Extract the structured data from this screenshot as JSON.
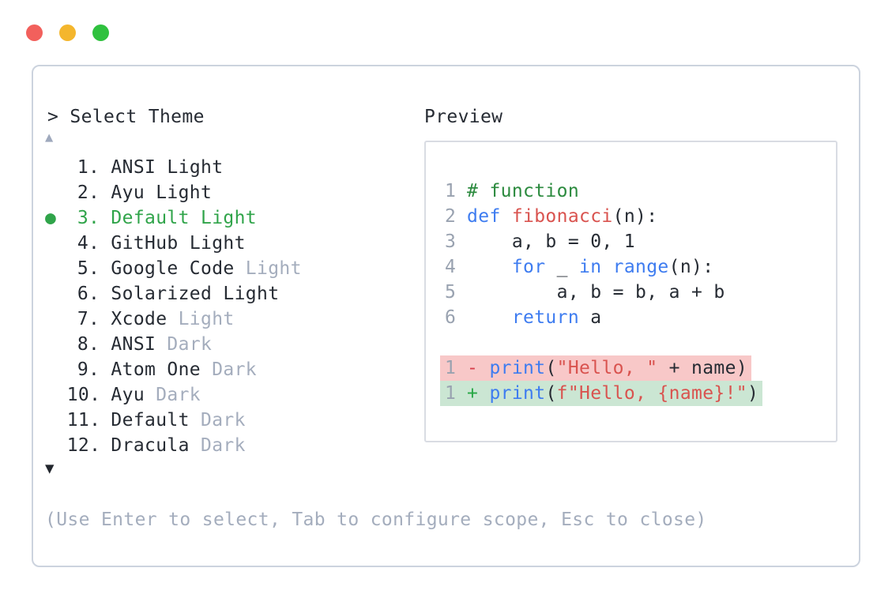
{
  "window": {
    "controls": {
      "close_color": "#f2605c",
      "minimize_color": "#f4b62d",
      "zoom_color": "#2fc13e"
    }
  },
  "prompt": "> Select Theme",
  "scroll_up_icon": "▲",
  "scroll_down_icon": "▼",
  "selected_marker": "●",
  "themes": [
    {
      "number": "1.",
      "name": "ANSI",
      "variant": "Light",
      "muted": false,
      "selected": false
    },
    {
      "number": "2.",
      "name": "Ayu",
      "variant": "Light",
      "muted": false,
      "selected": false
    },
    {
      "number": "3.",
      "name": "Default",
      "variant": "Light",
      "muted": false,
      "selected": true
    },
    {
      "number": "4.",
      "name": "GitHub",
      "variant": "Light",
      "muted": false,
      "selected": false
    },
    {
      "number": "5.",
      "name": "Google Code",
      "variant": "Light",
      "muted": true,
      "selected": false
    },
    {
      "number": "6.",
      "name": "Solarized",
      "variant": "Light",
      "muted": false,
      "selected": false
    },
    {
      "number": "7.",
      "name": "Xcode",
      "variant": "Light",
      "muted": true,
      "selected": false
    },
    {
      "number": "8.",
      "name": "ANSI",
      "variant": "Dark",
      "muted": true,
      "selected": false
    },
    {
      "number": "9.",
      "name": "Atom One",
      "variant": "Dark",
      "muted": true,
      "selected": false
    },
    {
      "number": "10.",
      "name": "Ayu",
      "variant": "Dark",
      "muted": true,
      "selected": false
    },
    {
      "number": "11.",
      "name": "Default",
      "variant": "Dark",
      "muted": true,
      "selected": false
    },
    {
      "number": "12.",
      "name": "Dracula",
      "variant": "Dark",
      "muted": true,
      "selected": false
    }
  ],
  "preview": {
    "label": "Preview",
    "code_lines": [
      {
        "number": "1",
        "tokens": [
          {
            "text": "# function",
            "type": "comment"
          }
        ]
      },
      {
        "number": "2",
        "tokens": [
          {
            "text": "def",
            "type": "keyword"
          },
          {
            "text": " ",
            "type": "plain"
          },
          {
            "text": "fibonacci",
            "type": "function"
          },
          {
            "text": "(n):",
            "type": "plain"
          }
        ]
      },
      {
        "number": "3",
        "tokens": [
          {
            "text": "    a, b = 0, 1",
            "type": "plain"
          }
        ]
      },
      {
        "number": "4",
        "tokens": [
          {
            "text": "    ",
            "type": "plain"
          },
          {
            "text": "for",
            "type": "keyword"
          },
          {
            "text": " _ ",
            "type": "plain"
          },
          {
            "text": "in",
            "type": "keyword"
          },
          {
            "text": " ",
            "type": "plain"
          },
          {
            "text": "range",
            "type": "keyword"
          },
          {
            "text": "(n):",
            "type": "plain"
          }
        ]
      },
      {
        "number": "5",
        "tokens": [
          {
            "text": "        a, b = b, a + b",
            "type": "plain"
          }
        ]
      },
      {
        "number": "6",
        "tokens": [
          {
            "text": "    ",
            "type": "plain"
          },
          {
            "text": "return",
            "type": "keyword"
          },
          {
            "text": " a",
            "type": "plain"
          }
        ]
      }
    ],
    "diff_lines": [
      {
        "number": "1",
        "sign": "-",
        "kind": "removed",
        "tokens": [
          {
            "text": "print",
            "type": "keyword"
          },
          {
            "text": "(",
            "type": "plain"
          },
          {
            "text": "\"Hello, \"",
            "type": "string"
          },
          {
            "text": " + name)",
            "type": "plain"
          }
        ]
      },
      {
        "number": "1",
        "sign": "+",
        "kind": "added",
        "tokens": [
          {
            "text": "print",
            "type": "keyword"
          },
          {
            "text": "(",
            "type": "plain"
          },
          {
            "text": "f\"Hello, {name}!\"",
            "type": "string"
          },
          {
            "text": ")",
            "type": "plain"
          }
        ]
      }
    ]
  },
  "hint": "(Use Enter to select, Tab to configure scope, Esc to close)",
  "colors": {
    "text_dark": "#262b33",
    "muted_gray": "#a4adbd",
    "linenum_gray": "#99a2b0",
    "selected_green": "#30a44a",
    "keyword_blue": "#3e7cf0",
    "string_red": "#d9534f",
    "comment_green": "#2b8a3e",
    "diff_minus_red": "#d7404b",
    "diff_plus_green": "#28a745",
    "removed_bg": "#f8c8c8",
    "added_bg": "#cbe6d3",
    "panel_border": "#ccd3de",
    "preview_border": "#d9dce3",
    "tl_red": "#f2605c",
    "tl_yellow": "#f4b62d",
    "tl_green": "#2fc13e"
  }
}
